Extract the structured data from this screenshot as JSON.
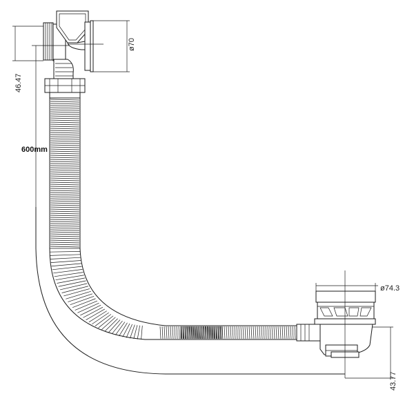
{
  "dimensions": {
    "height_top": "46.47",
    "diameter_top": "ø70",
    "length": "600mm",
    "diameter_waste": "ø74.3",
    "height_waste": "43.77"
  },
  "colors": {
    "line": "#1a1a1a",
    "background": "#ffffff"
  }
}
